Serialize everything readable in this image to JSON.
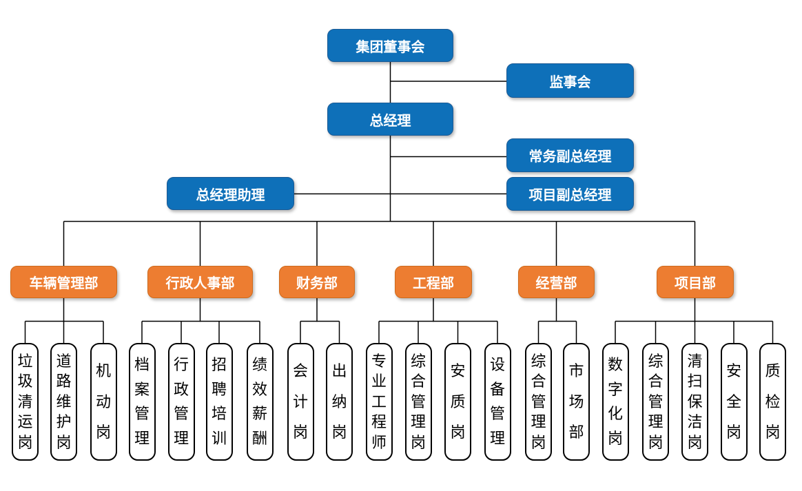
{
  "diagram": {
    "type": "org-chart",
    "colors": {
      "executive_blue": "#0e70b9",
      "department_orange": "#ed7d31",
      "post_box_border": "#000000",
      "connector_line": "#000000",
      "text_on_color": "#ffffff",
      "post_text": "#000000"
    }
  },
  "nodes": {
    "board": "集团董事会",
    "supervisory": "监事会",
    "general_manager": "总经理",
    "executive_deputy_gm": "常务副总经理",
    "gm_assistant": "总经理助理",
    "project_deputy_gm": "项目副总经理"
  },
  "departments": [
    {
      "label": "车辆管理部",
      "children": [
        "垃圾清运岗",
        "道路维护岗",
        "机动岗"
      ]
    },
    {
      "label": "行政人事部",
      "children": [
        "档案管理",
        "行政管理",
        "招聘培训",
        "绩效薪酬"
      ]
    },
    {
      "label": "财务部",
      "children": [
        "会计岗",
        "出纳岗"
      ]
    },
    {
      "label": "工程部",
      "children": [
        "专业工程师",
        "综合管理岗",
        "安质岗",
        "设备管理"
      ]
    },
    {
      "label": "经营部",
      "children": [
        "综合管理岗",
        "市场部"
      ]
    },
    {
      "label": "项目部",
      "children": [
        "数字化岗",
        "综合管理岗",
        "清扫保洁岗",
        "安全岗",
        "质检岗"
      ]
    }
  ]
}
